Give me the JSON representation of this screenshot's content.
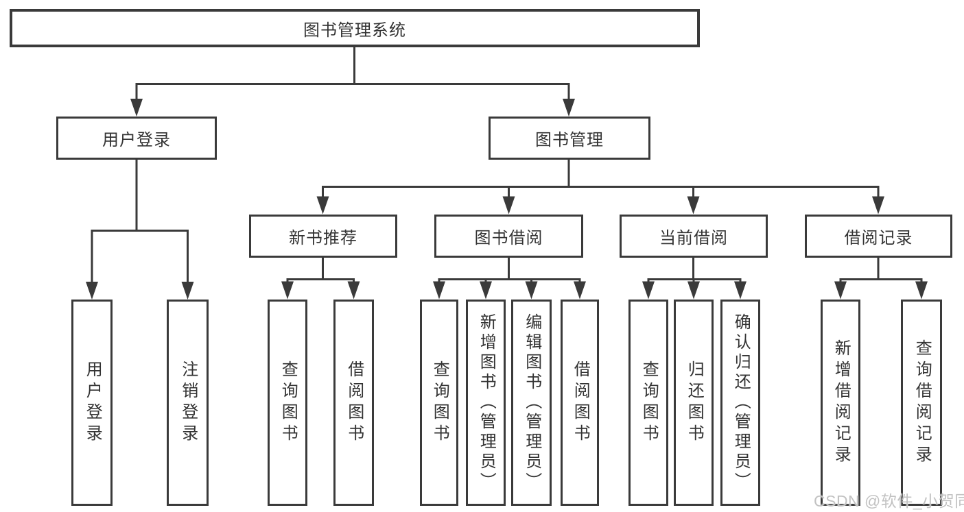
{
  "nodes": {
    "root": {
      "label": "图书管理系统"
    },
    "userLogin": {
      "label": "用户登录"
    },
    "bookManagement": {
      "label": "图书管理"
    },
    "newBookRecommend": {
      "label": "新书推荐"
    },
    "bookBorrow": {
      "label": "图书借阅"
    },
    "currentBorrow": {
      "label": "当前借阅"
    },
    "borrowRecords": {
      "label": "借阅记录"
    },
    "leaves": [
      {
        "label": "用户登录",
        "parent": "用户登录"
      },
      {
        "label": "注销登录",
        "parent": "用户登录"
      },
      {
        "label": "查询图书",
        "parent": "新书推荐"
      },
      {
        "label": "借阅图书",
        "parent": "新书推荐"
      },
      {
        "label": "查询图书",
        "parent": "图书借阅"
      },
      {
        "label": "新增图书（管理员）",
        "parent": "图书借阅"
      },
      {
        "label": "编辑图书（管理员）",
        "parent": "图书借阅"
      },
      {
        "label": "借阅图书",
        "parent": "图书借阅"
      },
      {
        "label": "查询图书",
        "parent": "当前借阅"
      },
      {
        "label": "归还图书",
        "parent": "当前借阅"
      },
      {
        "label": "确认归还（管理员）",
        "parent": "当前借阅"
      },
      {
        "label": "新增借阅记录",
        "parent": "借阅记录"
      },
      {
        "label": "查询借阅记录",
        "parent": "借阅记录"
      }
    ]
  },
  "hierarchy": {
    "图书管理系统": {
      "用户登录": [
        "用户登录",
        "注销登录"
      ],
      "图书管理": {
        "新书推荐": [
          "查询图书",
          "借阅图书"
        ],
        "图书借阅": [
          "查询图书",
          "新增图书（管理员）",
          "编辑图书（管理员）",
          "借阅图书"
        ],
        "当前借阅": [
          "查询图书",
          "归还图书",
          "确认归还（管理员）"
        ],
        "借阅记录": [
          "新增借阅记录",
          "查询借阅记录"
        ]
      }
    }
  },
  "watermark": {
    "text": "CSDN @软件_小贺同学"
  },
  "colors": {
    "line": "#3a3a3a",
    "text": "#333333",
    "watermark": "#c2c2c2",
    "background": "#ffffff"
  }
}
